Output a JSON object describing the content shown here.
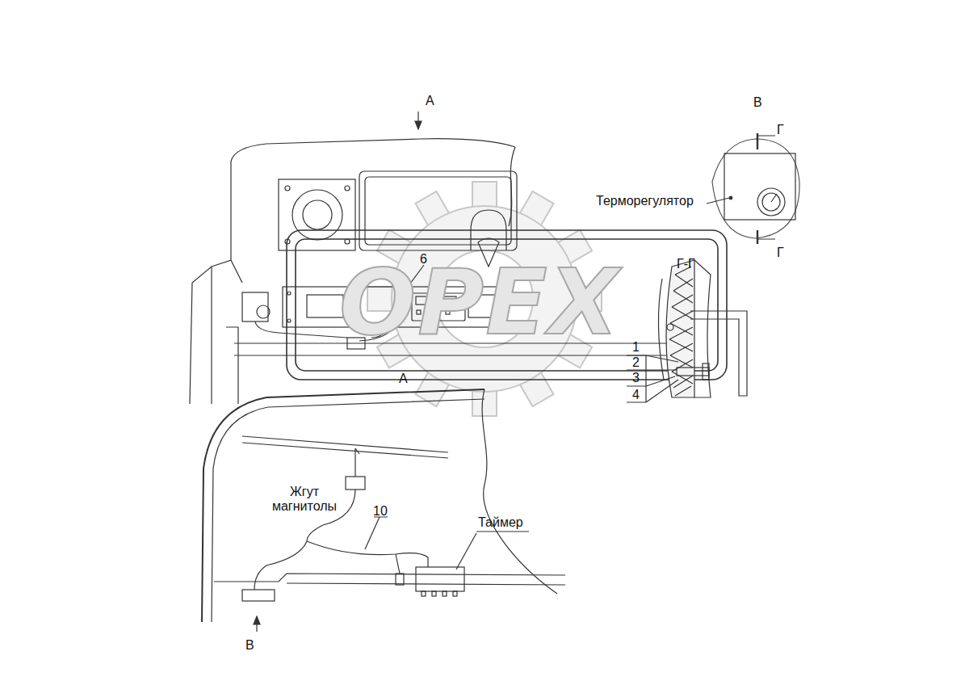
{
  "diagram": {
    "labels": [
      "А",
      "В",
      "Г",
      "Г",
      "Терморегулятор",
      "6",
      "Г-Г",
      "1",
      "2",
      "3",
      "4",
      "А",
      "Жгут магнитолы",
      "10",
      "Таймер",
      "В",
      "OPEX"
    ]
  }
}
